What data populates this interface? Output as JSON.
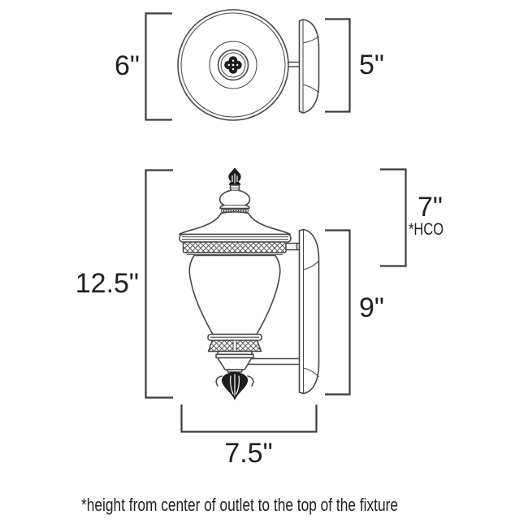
{
  "top_view": {
    "diameter_label": "6\"",
    "projection_label": "5\""
  },
  "side_view": {
    "overall_height_label": "12.5\"",
    "backplate_height_label": "9\"",
    "hco_height_label": "7\"",
    "hco_abbreviation": "*HCO",
    "overall_width_label": "7.5\""
  },
  "footnote": "*height from center of outlet to the top of the fixture",
  "colors": {
    "line": "#474747",
    "dimension_line": "#3d3d3d",
    "text": "#231f20",
    "ornament_fill": "#1d1d1d",
    "background": "#ffffff"
  }
}
